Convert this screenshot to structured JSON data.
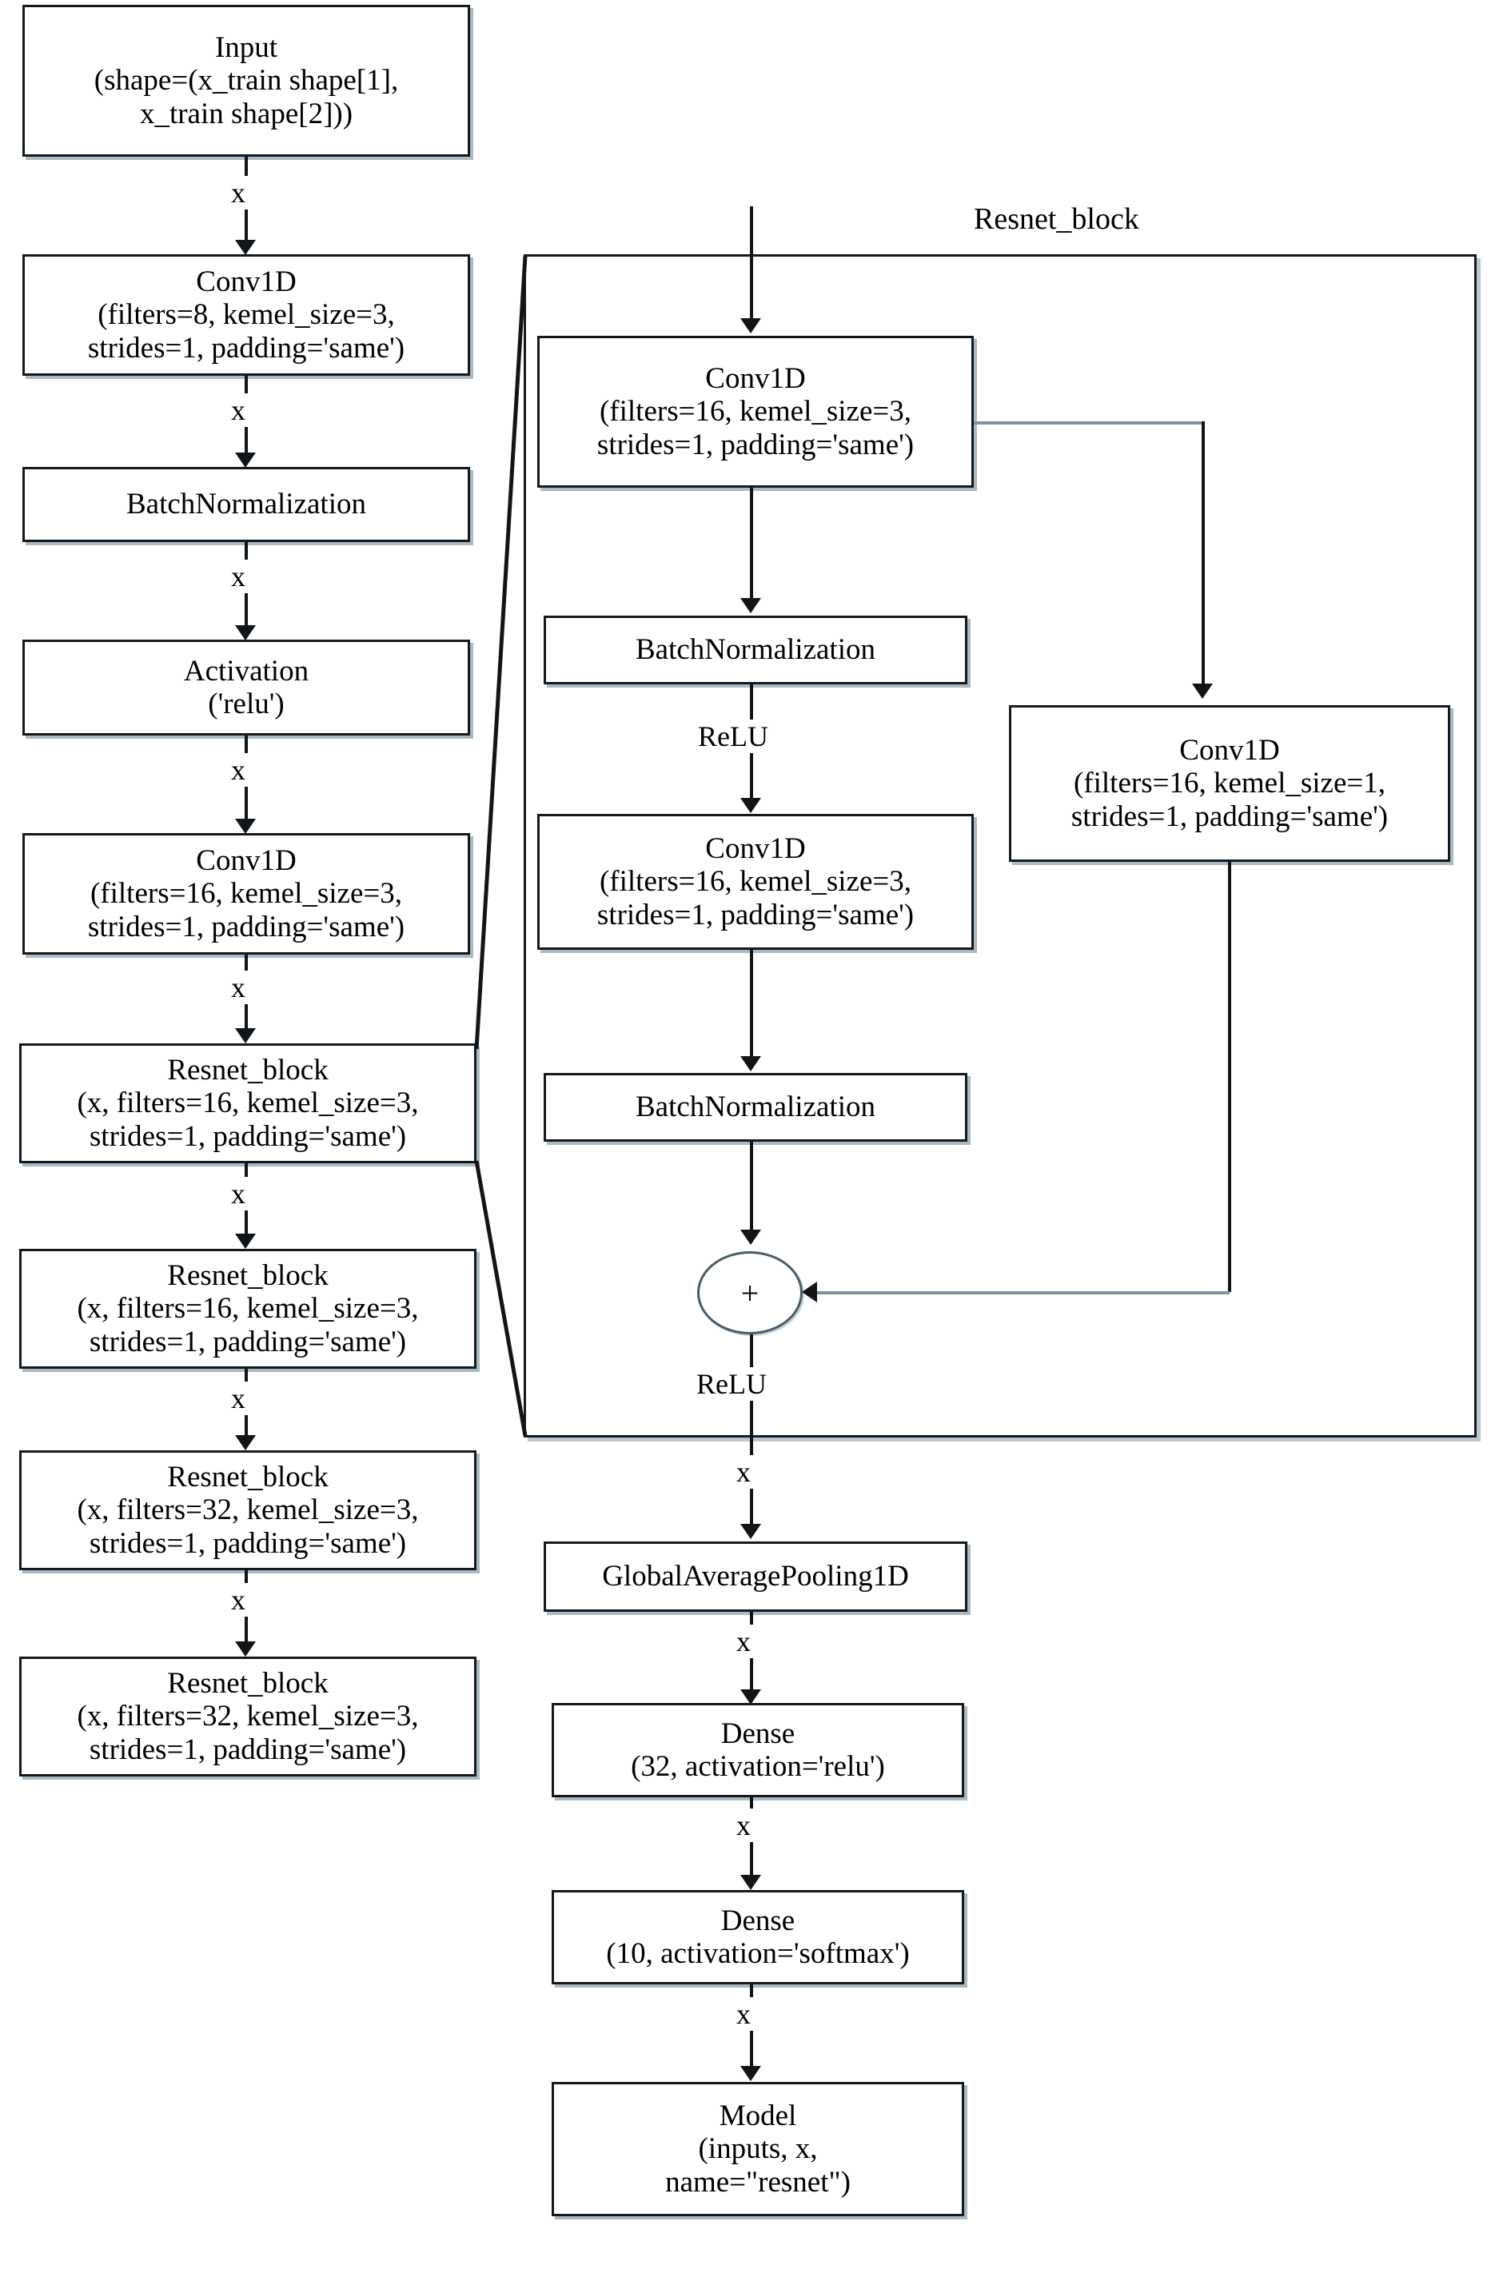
{
  "diagram": {
    "title": "ResNet 1D model architecture flowchart",
    "edge_label_default": "x",
    "colors": {
      "node_border": "#15191c",
      "node_shadow": "#a9bac2",
      "connector": "#111518",
      "connector_soft": "#7e939d",
      "background": "#ffffff"
    }
  },
  "main_flow": {
    "input": {
      "line1": "Input",
      "line2": "(shape=(x_train shape[1],",
      "line3": "x_train shape[2]))"
    },
    "conv1": {
      "line1": "Conv1D",
      "line2": "(filters=8, kemel_size=3,",
      "line3": "strides=1, padding='same')"
    },
    "batchnorm1": {
      "line1": "BatchNormalization"
    },
    "activation1": {
      "line1": "Activation",
      "line2": "('relu')"
    },
    "conv2": {
      "line1": "Conv1D",
      "line2": "(filters=16, kemel_size=3,",
      "line3": "strides=1, padding='same')"
    },
    "resnet_block_1": {
      "line1": "Resnet_block",
      "line2": "(x, filters=16, kemel_size=3,",
      "line3": "strides=1, padding='same')"
    },
    "resnet_block_2": {
      "line1": "Resnet_block",
      "line2": "(x, filters=16, kemel_size=3,",
      "line3": "strides=1, padding='same')"
    },
    "resnet_block_3": {
      "line1": "Resnet_block",
      "line2": "(x, filters=32, kemel_size=3,",
      "line3": "strides=1, padding='same')"
    },
    "resnet_block_4": {
      "line1": "Resnet_block",
      "line2": "(x, filters=32, kemel_size=3,",
      "line3": "strides=1, padding='same')"
    },
    "edges": {
      "input_to_conv1": "x",
      "conv1_to_bn1": "x",
      "bn1_to_act1": "x",
      "act1_to_conv2": "x",
      "conv2_to_rb1": "x",
      "rb1_to_rb2": "x",
      "rb2_to_rb3": "x",
      "rb3_to_rb4": "x"
    }
  },
  "resnet_block_expanded": {
    "title": "Resnet_block",
    "conv_a": {
      "line1": "Conv1D",
      "line2": "(filters=16, kemel_size=3,",
      "line3": "strides=1, padding='same')"
    },
    "batchnorm_a": {
      "line1": "BatchNormalization"
    },
    "conv_b": {
      "line1": "Conv1D",
      "line2": "(filters=16, kemel_size=3,",
      "line3": "strides=1, padding='same')"
    },
    "batchnorm_b": {
      "line1": "BatchNormalization"
    },
    "shortcut_conv": {
      "line1": "Conv1D",
      "line2": "(filters=16, kemel_size=1,",
      "line3": "strides=1, padding='same')"
    },
    "add_node": {
      "symbol": "+"
    },
    "edges": {
      "bn_a_to_conv_b": "ReLU",
      "add_to_output": "ReLU"
    }
  },
  "head_flow": {
    "global_avg_pool": {
      "line1": "GlobalAveragePooling1D"
    },
    "dense1": {
      "line1": "Dense",
      "line2": "(32, activation='relu')"
    },
    "dense2": {
      "line1": "Dense",
      "line2": "(10, activation='softmax')"
    },
    "model": {
      "line1": "Model",
      "line2": "(inputs, x,",
      "line3": "name=\"resnet\")"
    },
    "edges": {
      "block_to_gap": "x",
      "gap_to_dense1": "x",
      "dense1_to_dense2": "x",
      "dense2_to_model": "x"
    }
  }
}
